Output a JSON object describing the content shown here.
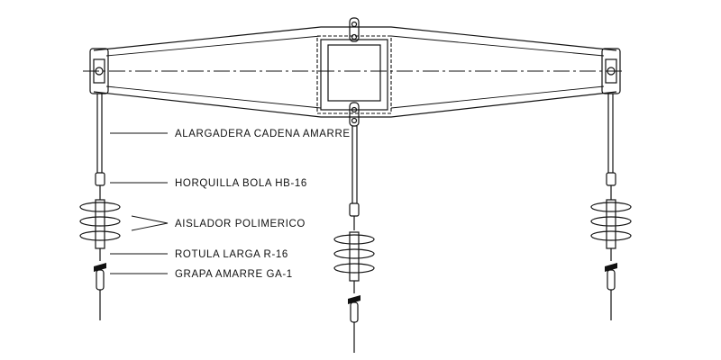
{
  "labels": {
    "alargadera": "ALARGADERA CADENA AMARRE",
    "horquilla": "HORQUILLA BOLA HB-16",
    "aislador": "AISLADOR POLIMERICO",
    "rotula": "ROTULA LARGA R-16",
    "grapa": "GRAPA AMARRE GA-1"
  },
  "colors": {
    "line": "#111111",
    "background": "#ffffff"
  }
}
